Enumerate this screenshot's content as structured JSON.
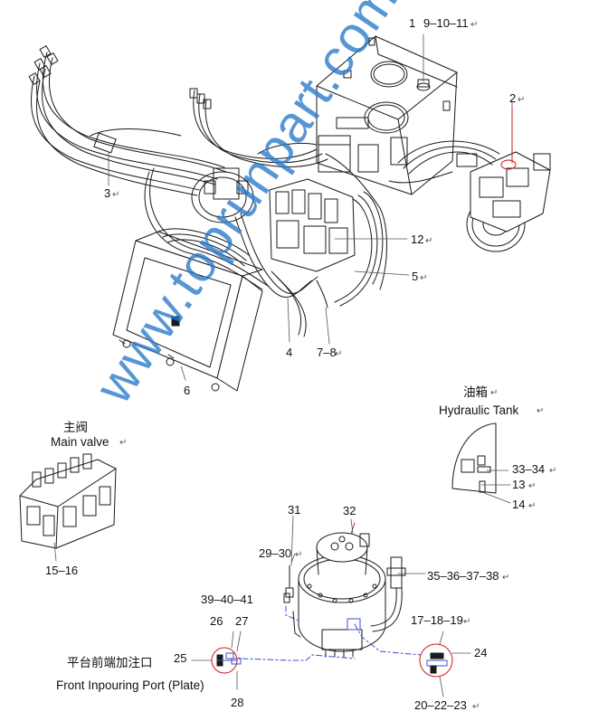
{
  "colors": {
    "line": "#1a1a1a",
    "watermark": "#2878c8",
    "callout_blue": "#3a4fd0",
    "callout_red": "#d11a1a"
  },
  "watermark": "www.toprunpart.com",
  "callouts": {
    "c1": "1",
    "c9_10_11": "9–10–11",
    "c2": "2",
    "c3": "3",
    "c12": "12",
    "c5": "5",
    "c4": "4",
    "c7_8": "7–8",
    "c6": "6",
    "c15_16": "15–16",
    "c33_34": "33–34",
    "c13": "13",
    "c14": "14",
    "c31": "31",
    "c32": "32",
    "c29_30": "29–30",
    "c35_38": "35–36–37–38",
    "c39_41": "39–40–41",
    "c26": "26",
    "c27": "27",
    "c17_19": "17–18–19",
    "c25": "25",
    "c24": "24",
    "c28": "28",
    "c20_23": "20–22–23"
  },
  "titles": {
    "tank_cn": "油箱",
    "tank_en": "Hydraulic Tank",
    "valve_cn": "主阀",
    "valve_en": "Main valve",
    "port_cn": "平台前端加注口",
    "port_en": "Front Inpouring Port (Plate)"
  },
  "icons": [
    "paragraph-mark-icon"
  ]
}
